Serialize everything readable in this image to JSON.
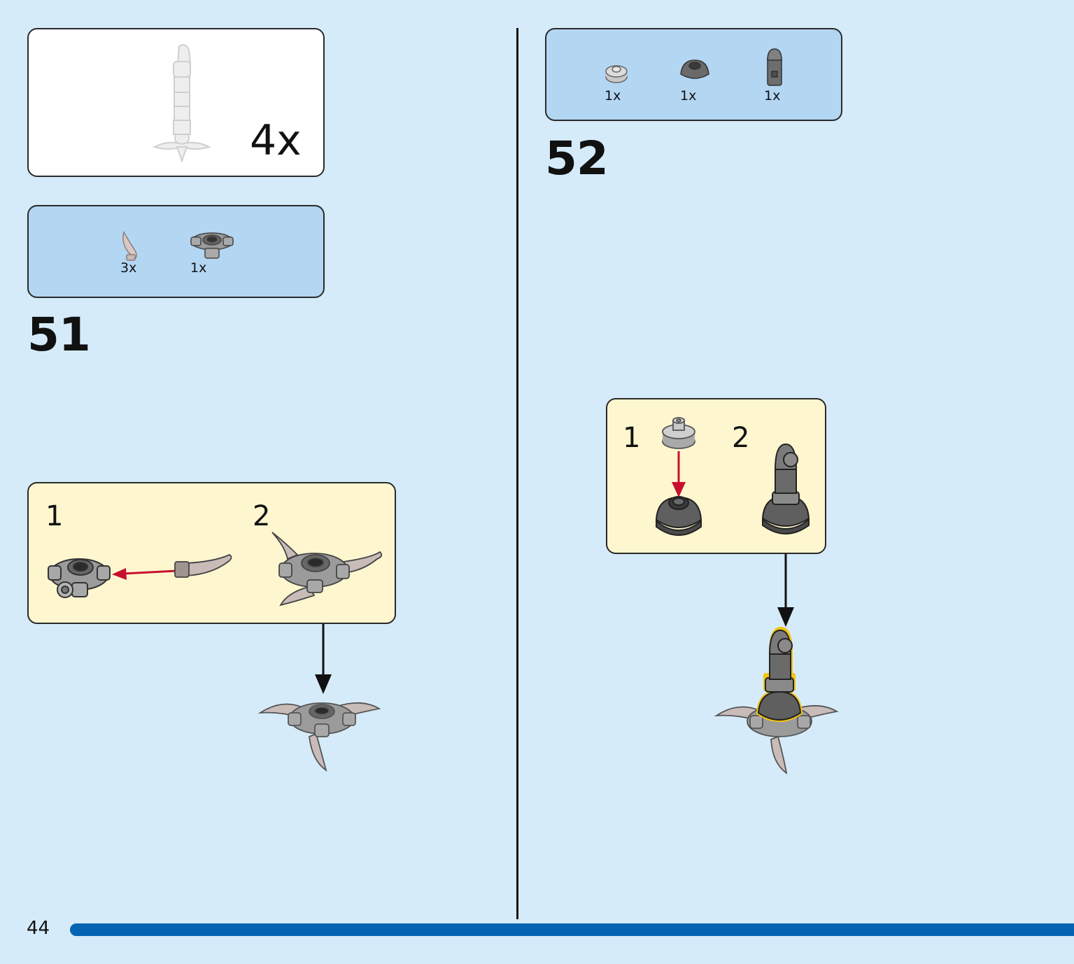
{
  "page_number": "44",
  "colors": {
    "background": "#d5ebf9",
    "parts_box": "#b3d6f3",
    "substep_box": "#fef6cf",
    "arrow_red": "#c8102e",
    "progress_bar": "#0563b3",
    "highlight": "#f2c511"
  },
  "step51": {
    "number": "51",
    "multiplier": "4x",
    "parts": [
      {
        "icon": "horn-piece-icon",
        "qty": "3x"
      },
      {
        "icon": "round-hub-piece-icon",
        "qty": "1x"
      }
    ],
    "substeps": [
      "1",
      "2"
    ]
  },
  "step52": {
    "number": "52",
    "parts": [
      {
        "icon": "round-plate-piece-icon",
        "qty": "1x"
      },
      {
        "icon": "dome-piece-icon",
        "qty": "1x"
      },
      {
        "icon": "clip-piece-icon",
        "qty": "1x"
      }
    ],
    "substeps": [
      "1",
      "2"
    ]
  }
}
